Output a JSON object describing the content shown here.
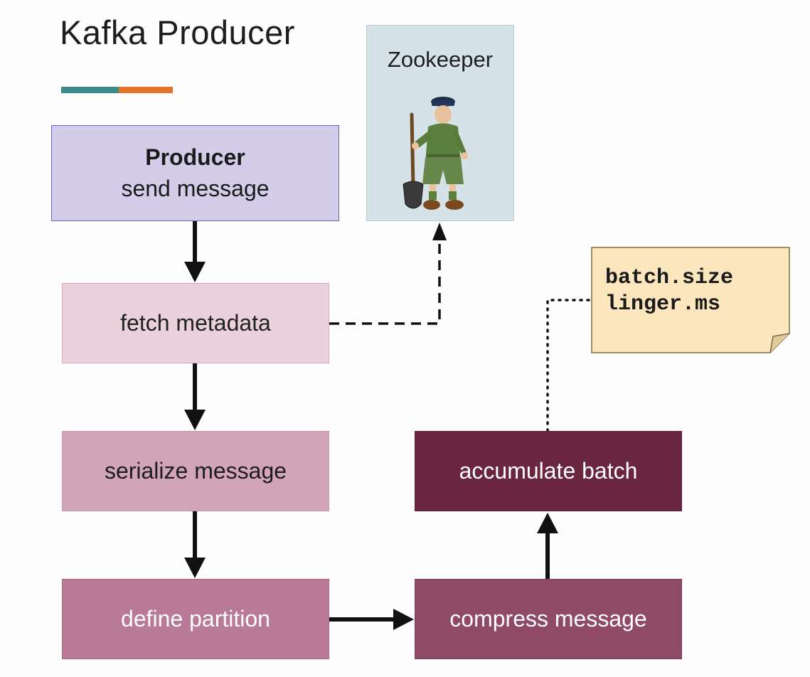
{
  "title": "Kafka Producer",
  "title_bar_colors": [
    "#3d8a8a",
    "#e27328"
  ],
  "zookeeper": {
    "label": "Zookeeper",
    "icon": "zookeeper-keeper-icon"
  },
  "steps": {
    "producer": {
      "title": "Producer",
      "subtitle": "send message"
    },
    "fetch_metadata": "fetch metadata",
    "serialize_message": "serialize message",
    "define_partition": "define partition",
    "compress_message": "compress message",
    "accumulate_batch": "accumulate batch"
  },
  "config_note": {
    "lines": [
      "batch.size",
      "linger.ms"
    ]
  },
  "colors": {
    "producer": "#d4cde9",
    "fetch_metadata": "#ebd1dc",
    "serialize_message": "#d1a4b7",
    "define_partition": "#b97a97",
    "compress_message": "#8f4a65",
    "accumulate_batch": "#6a263e",
    "zookeeper": "#d5e2e8",
    "note": "#fbe6bd"
  }
}
